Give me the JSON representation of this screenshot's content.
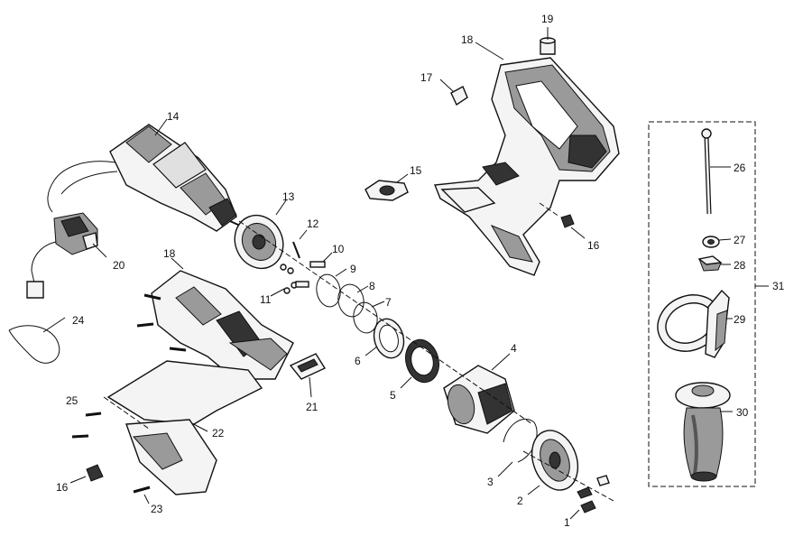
{
  "diagram": {
    "labels": {
      "p1": "1",
      "p2": "2",
      "p3": "3",
      "p4": "4",
      "p5": "5",
      "p6": "6",
      "p7": "7",
      "p8": "8",
      "p9": "9",
      "p10": "10",
      "p11": "11",
      "p12": "12",
      "p13": "13",
      "p14": "14",
      "p15": "15",
      "p16a": "16",
      "p16b": "16",
      "p17": "17",
      "p18a": "18",
      "p18b": "18",
      "p19": "19",
      "p20": "20",
      "p21": "21",
      "p22": "22",
      "p23": "23",
      "p24": "24",
      "p25": "25",
      "p26": "26",
      "p27": "27",
      "p28": "28",
      "p29": "29",
      "p30": "30",
      "p31": "31"
    }
  }
}
